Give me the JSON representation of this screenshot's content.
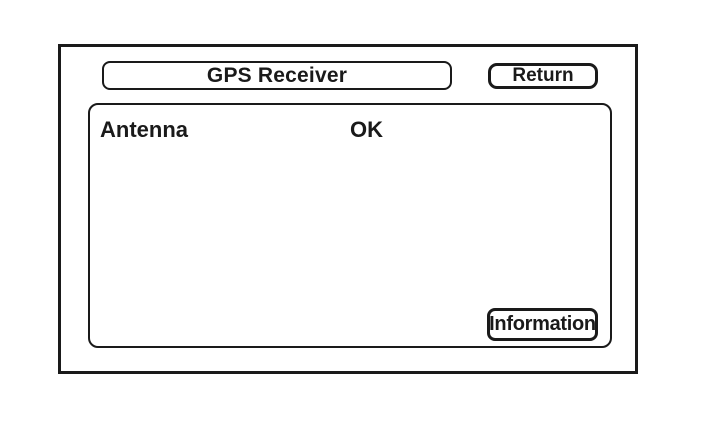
{
  "screen": {
    "title": "GPS Receiver",
    "header": {
      "return_button_label": "Return"
    },
    "status_rows": [
      {
        "label": "Antenna",
        "value": "OK"
      }
    ],
    "footer": {
      "information_button_label": "Information"
    },
    "colors": {
      "ink": "#1a1a1a",
      "background": "#ffffff"
    }
  }
}
